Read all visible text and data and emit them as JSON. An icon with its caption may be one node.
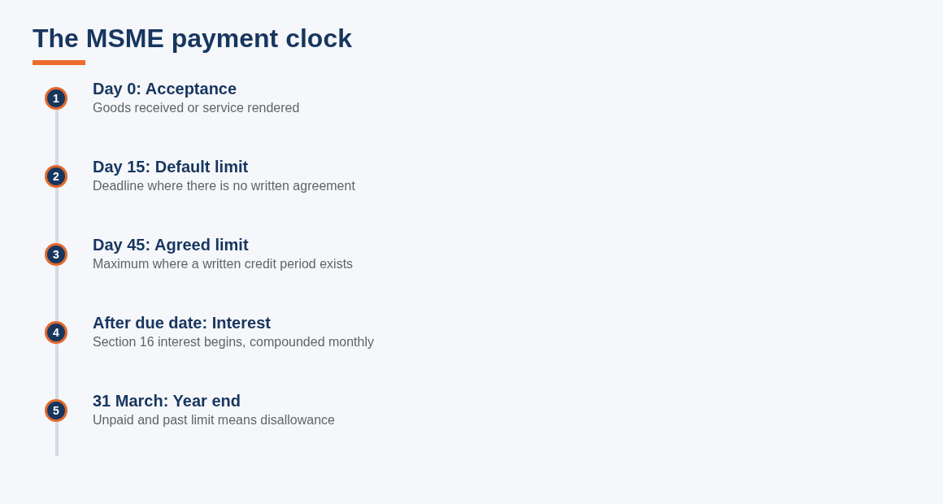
{
  "diagram": {
    "title": "The MSME payment clock",
    "nodes": [
      {
        "text": [
          "1"
        ],
        "beside": [
          "Day 0: Acceptance",
          "Goods received or service rendered"
        ]
      },
      {
        "text": [
          "2"
        ],
        "beside": [
          "Day 15: Default limit",
          "Deadline where there is no written agreement"
        ]
      },
      {
        "text": [
          "3"
        ],
        "beside": [
          "Day 45: Agreed limit",
          "Maximum where a written credit period exists"
        ]
      },
      {
        "text": [
          "4"
        ],
        "beside": [
          "After due date: Interest",
          "Section 16 interest begins, compounded monthly"
        ]
      },
      {
        "text": [
          "5"
        ],
        "beside": [
          "31 March: Year end",
          "Unpaid and past limit means disallowance"
        ]
      }
    ],
    "edges": [
      {
        "from": 0,
        "to": 1,
        "arrow": "none"
      },
      {
        "from": 1,
        "to": 2,
        "arrow": "none"
      },
      {
        "from": 2,
        "to": 3,
        "arrow": "none"
      },
      {
        "from": 3,
        "to": 4,
        "arrow": "none"
      }
    ]
  }
}
